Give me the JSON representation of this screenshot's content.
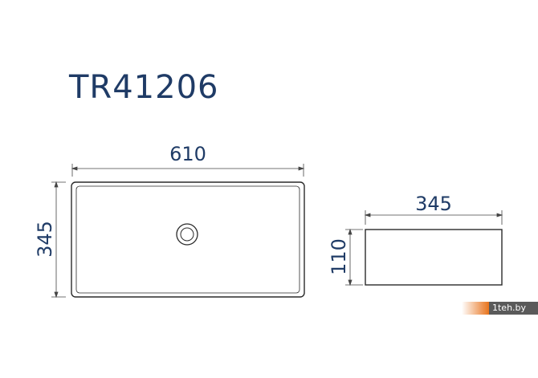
{
  "model": "TR41206",
  "top_view": {
    "width_label": "610",
    "depth_label": "345"
  },
  "side_view": {
    "width_label": "345",
    "height_label": "110"
  },
  "watermark": {
    "text": "1teh.by"
  },
  "colors": {
    "ink": "#1f3b66",
    "line": "#2a2a2a",
    "watermark_orange": "#e8731c"
  }
}
